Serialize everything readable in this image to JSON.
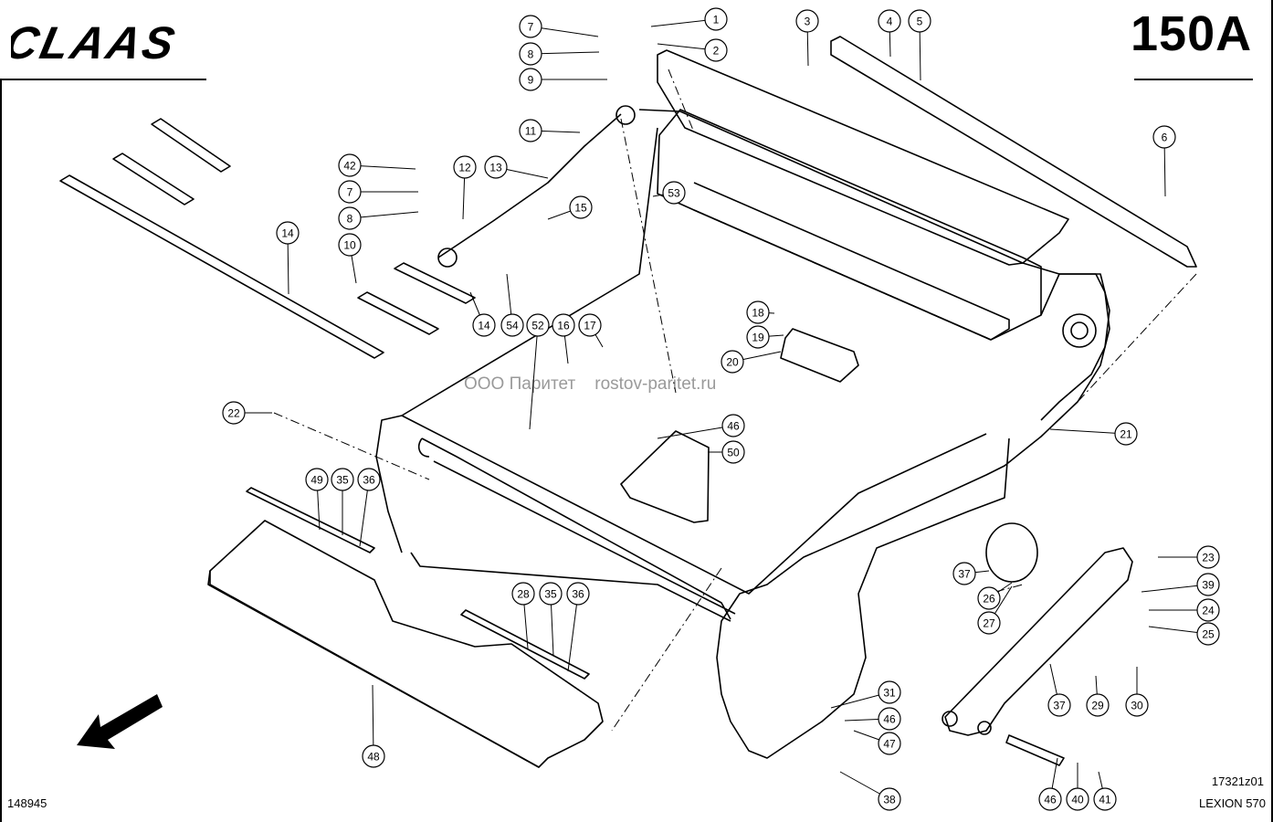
{
  "brand": "CLAAS",
  "page_number": "150A",
  "doc_id": "148945",
  "drawing_id": "17321z01",
  "model": "LEXION 570",
  "watermark": "ООО Паритет    rostov-paritet.ru",
  "callouts": [
    "1",
    "2",
    "3",
    "4",
    "5",
    "6",
    "7",
    "8",
    "9",
    "11",
    "12",
    "13",
    "14",
    "15",
    "53",
    "10",
    "14",
    "54",
    "52",
    "16",
    "17",
    "18",
    "19",
    "20",
    "21",
    "22",
    "46",
    "50",
    "49",
    "35",
    "36",
    "37",
    "23",
    "39",
    "26",
    "24",
    "27",
    "25",
    "28",
    "35",
    "36",
    "37",
    "29",
    "30",
    "31",
    "46",
    "47",
    "48",
    "38",
    "46",
    "40",
    "41",
    "42",
    "7",
    "8",
    "9"
  ],
  "icons": {
    "direction": "arrow-down-left-icon"
  }
}
